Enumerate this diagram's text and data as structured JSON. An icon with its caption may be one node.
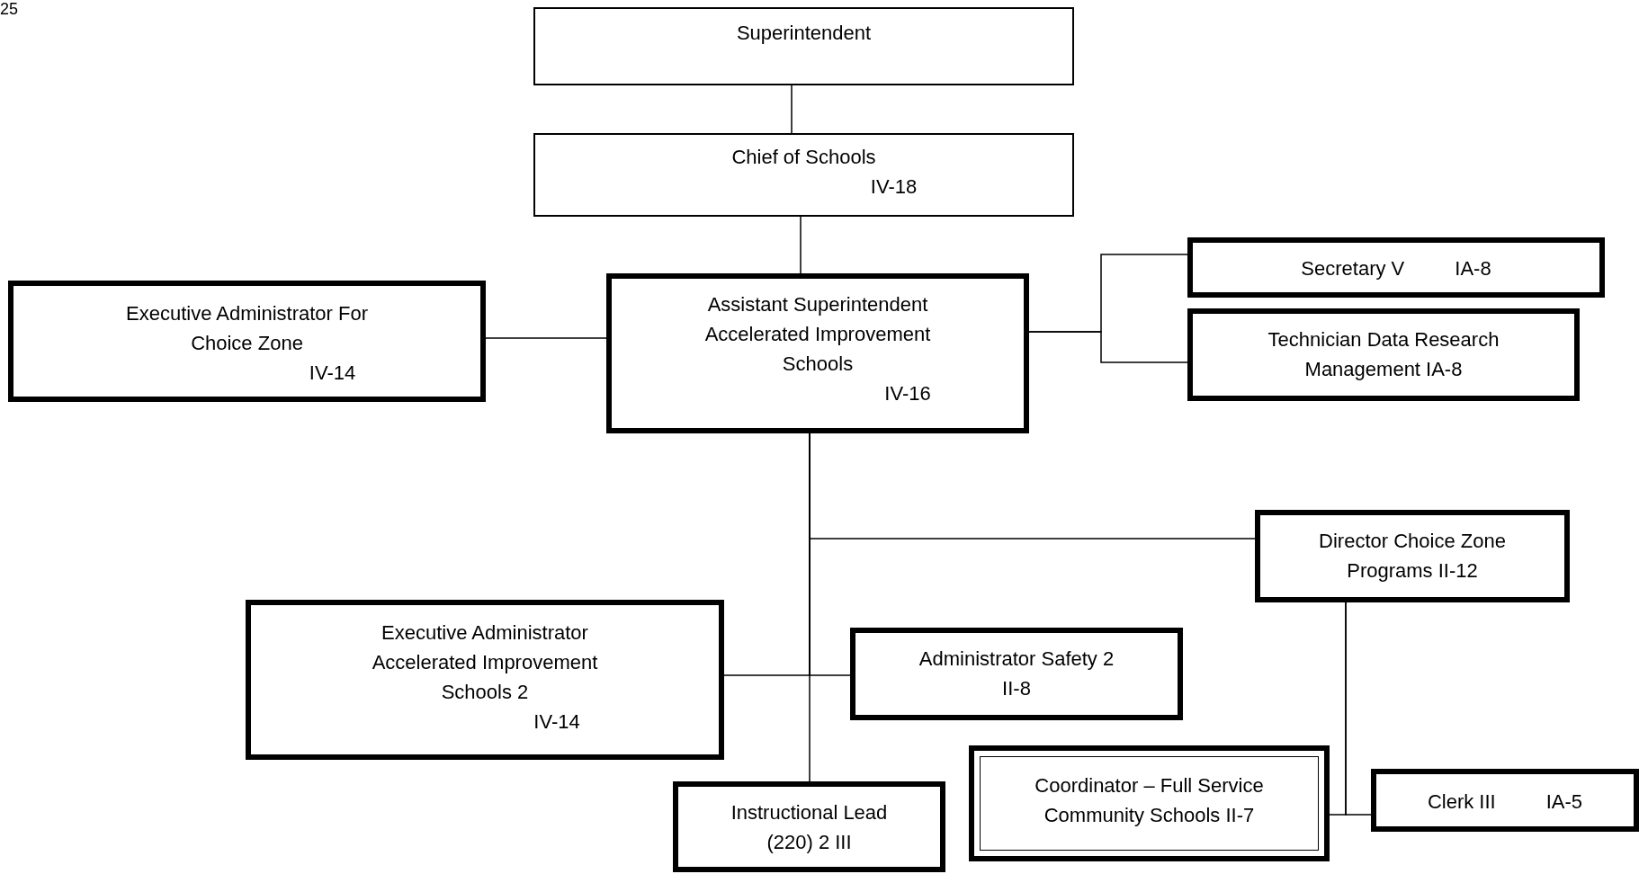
{
  "diagram": {
    "nodes": [
      {
        "text": [
          "Superintendent"
        ]
      },
      {
        "text": [
          "Chief of Schools",
          "IV-18"
        ]
      },
      {
        "text": [
          "Executive Administrator For Choice Zone",
          "IV-14"
        ]
      },
      {
        "text": [
          "Assistant Superintendent Accelerated Improvement Schools",
          "IV-16"
        ]
      },
      {
        "text": [
          "Secretary V",
          "IA-8"
        ]
      },
      {
        "text": [
          "Technician Data Research Management IA-8"
        ]
      },
      {
        "text": [
          "Director Choice Zone Programs II-12"
        ]
      },
      {
        "text": [
          "Executive Administrator Accelerated Improvement Schools 2",
          "IV-14"
        ]
      },
      {
        "text": [
          "Administrator Safety 2",
          "II-8"
        ]
      },
      {
        "text": [
          "Coordinator – Full Service Community Schools II-7"
        ]
      },
      {
        "text": [
          "Clerk III",
          "IA-5"
        ]
      },
      {
        "text": [
          "Instructional Lead (220) 2 III"
        ]
      }
    ],
    "edges": [
      {
        "from": 0,
        "to": 1,
        "arrow": "none"
      },
      {
        "from": 1,
        "to": 3,
        "arrow": "none"
      },
      {
        "from": 3,
        "to": 2,
        "arrow": "none"
      },
      {
        "from": 3,
        "to": 4,
        "arrow": "none"
      },
      {
        "from": 3,
        "to": 5,
        "arrow": "none"
      },
      {
        "from": 3,
        "to": 6,
        "arrow": "none"
      },
      {
        "from": 3,
        "to": 7,
        "arrow": "none"
      },
      {
        "from": 3,
        "to": 8,
        "arrow": "none"
      },
      {
        "from": 3,
        "to": 11,
        "arrow": "none"
      },
      {
        "from": 6,
        "to": 9,
        "arrow": "none"
      },
      {
        "from": 6,
        "to": 10,
        "arrow": "none"
      }
    ],
    "labels": [
      "25"
    ]
  }
}
